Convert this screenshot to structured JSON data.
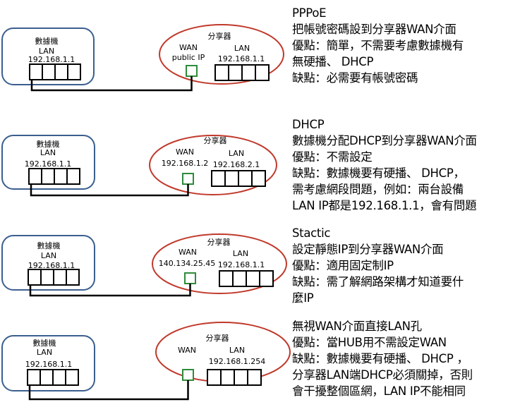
{
  "sections": [
    {
      "modem": {
        "title": "數據機",
        "lan_label": "LAN",
        "lan_ip": "192.168.1.1"
      },
      "router": {
        "title": "分享器",
        "wan_label": "WAN",
        "wan_value": "public IP",
        "lan_label": "LAN",
        "lan_ip": "192.168.1.1"
      },
      "text": [
        "PPPoE",
        "把帳號密碼設到分享器WAN介面",
        "優點：簡單，不需要考慮數據機有",
        "無硬播、 DHCP",
        "缺點：必需要有帳號密碼"
      ]
    },
    {
      "modem": {
        "title": "數據機",
        "lan_label": "LAN",
        "lan_ip": "192.168.1.1"
      },
      "router": {
        "title": "分享器",
        "wan_label": "WAN",
        "wan_value": "192.168.1.2",
        "lan_label": "LAN",
        "lan_ip": "192.168.2.1"
      },
      "text": [
        "DHCP",
        "數據機分配DHCP到分享器WAN介面",
        "優點：不需設定",
        "缺點：數據機要有硬播、 DHCP，",
        "需考慮網段問題，例如：兩台設備",
        "LAN IP都是192.168.1.1，會有問題"
      ]
    },
    {
      "modem": {
        "title": "數據機",
        "lan_label": "LAN",
        "lan_ip": "192.168.1.1"
      },
      "router": {
        "title": "分享器",
        "wan_label": "WAN",
        "wan_value": "140.134.25.45",
        "lan_label": "LAN",
        "lan_ip": "192.168.1.1"
      },
      "text": [
        "Stactic",
        "設定靜態IP到分享器WAN介面",
        "優點：適用固定制IP",
        "缺點：需了解網路架構才知道要什",
        "麼IP"
      ]
    },
    {
      "modem": {
        "title": "數據機",
        "lan_label": "LAN",
        "lan_ip": "192.168.1.1"
      },
      "router": {
        "title": "分享器",
        "wan_label": "WAN",
        "wan_value": "",
        "lan_label": "LAN",
        "lan_ip": "192.168.1.254"
      },
      "text": [
        "無視WAN介面直接LAN孔",
        "優點：當HUB用不需設定WAN",
        "缺點：數據機要有硬播、 DHCP ，",
        "分享器LAN端DHCP必須關掉，否則",
        "會干擾整個區網，LAN IP不能相同"
      ]
    }
  ],
  "colors": {
    "modem_border": "#3b5f8f",
    "router_ellipse": "#c0392b",
    "wan_port": "#2e8b3a",
    "cable": "#000000"
  }
}
